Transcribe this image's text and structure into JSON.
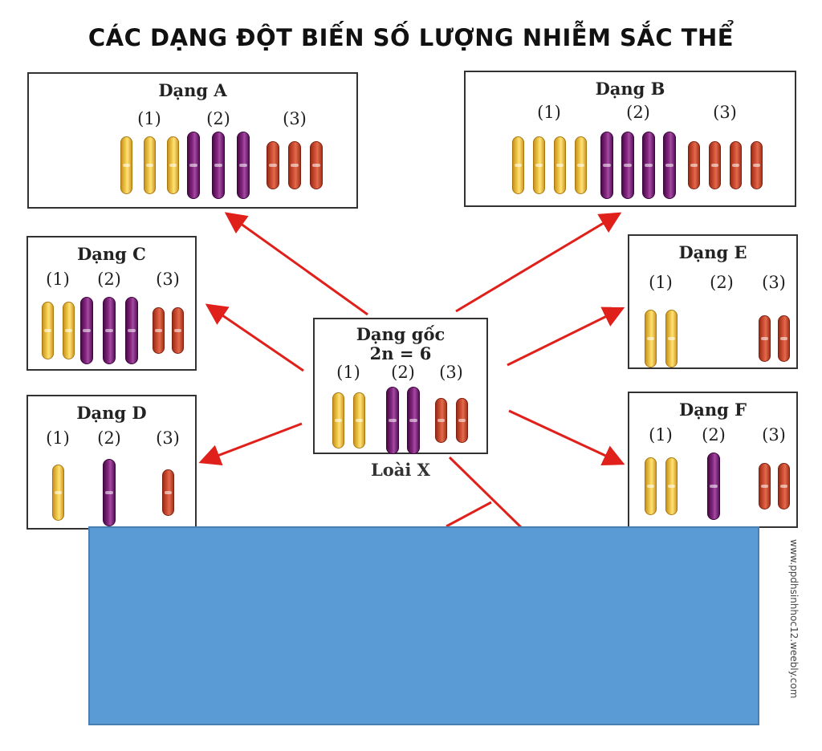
{
  "title": "CÁC DẠNG ĐỘT BIẾN SỐ LƯỢNG NHIỄM SẮC THỂ",
  "group_labels": [
    "(1)",
    "(2)",
    "(3)"
  ],
  "center": {
    "title": "Dạng gốc",
    "formula": "2n = 6",
    "counts": [
      2,
      2,
      2
    ]
  },
  "species_label": "Loài X",
  "watermark": "www.ppdhsinhhoc12.weebly.com",
  "forms": {
    "A": {
      "title": "Dạng A",
      "counts": [
        3,
        3,
        3
      ]
    },
    "B": {
      "title": "Dạng B",
      "counts": [
        4,
        4,
        4
      ]
    },
    "C": {
      "title": "Dạng C",
      "counts": [
        2,
        3,
        2
      ]
    },
    "D": {
      "title": "Dạng D",
      "counts": [
        1,
        1,
        1
      ]
    },
    "E": {
      "title": "Dạng E",
      "counts": [
        2,
        0,
        2
      ]
    },
    "F": {
      "title": "Dạng F",
      "counts": [
        2,
        1,
        2
      ]
    }
  },
  "colors": {
    "group_1": "#f4cf52",
    "group_2": "#8a2a86",
    "group_3": "#d7553a",
    "arrow": "#e0201a",
    "mask": "#5b9bd5"
  }
}
